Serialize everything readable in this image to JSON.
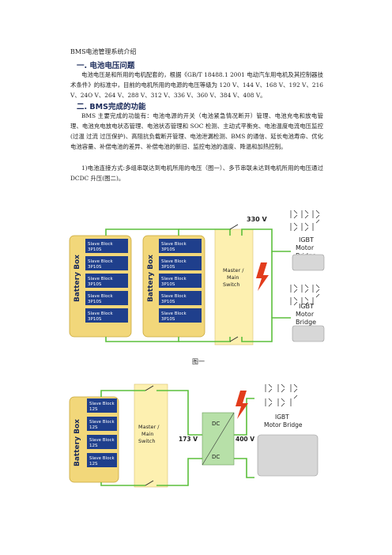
{
  "document": {
    "title": "BMS电池管理系统介绍",
    "section1_heading": "一. 电池电压问题",
    "section1_body": "电池电压是和所用的电机配套的，根据《GB/T 18488.1 2001 电动汽车用电机及其控制器技术条件》的标准中，目前的电机所用的电源的电压等级为 120 V、144 V、168 V、192 V、216 V、24O V、264 V、288 V、312 V、336 V、360 V、384 V、408 V。",
    "section2_heading": "二. BMS完成的功能",
    "section2_body": "BMS 主要完成的功能有：电池电源的开关（电池紧急情况断开）管理、电池充电和放电管理、电池充电放电状态管理、电池状态管理和 SOC 检测、主动式平衡充、电池温度电流电压监控(过温 过流 过压保护)、高阻抗负载断开管理、电池泄漏检测、BMS 的通信、延长电池寿命、优化电池容量、补偿电池的差异、补偿电池的新旧、监控电池的温度、降温和加热控制。",
    "para3": "1)电池连接方式:多组串联达到电机所用的电压（图一）、多节串联未达到电机所用的电压通过 DCDC 升压(图二)。",
    "figure1_caption": "图一"
  },
  "figure1": {
    "voltage": "330 V",
    "battery_box_label": "Battery Box",
    "block_line1": "Slave Block",
    "block_line2": "3P10S",
    "switch_label_1": "Master /",
    "switch_label_2": "Main",
    "switch_label_3": "Switch",
    "motor_label_1": "IGBT",
    "motor_label_2": "Motor",
    "motor_label_3": "Bridge"
  },
  "figure2": {
    "battery_box_label": "Battery Box",
    "block_line1": "Slave Block",
    "block_line2": "12S",
    "switch_label_1": "Master /",
    "switch_label_2": "Main",
    "switch_label_3": "Switch",
    "v_in": "173 V",
    "v_out": "400 V",
    "dc_top": "DC",
    "dc_bottom": "DC",
    "motor_label_1": "IGBT",
    "motor_label_2": "Motor Bridge"
  },
  "colors": {
    "battery_box_fill": "#f2d77a",
    "slave_block_fill": "#1f3f8c",
    "switch_fill": "#fdf0b0",
    "wire": "#5bbf3b",
    "lightning": "#e23c1c",
    "dc_fill": "#b7e0a8"
  }
}
